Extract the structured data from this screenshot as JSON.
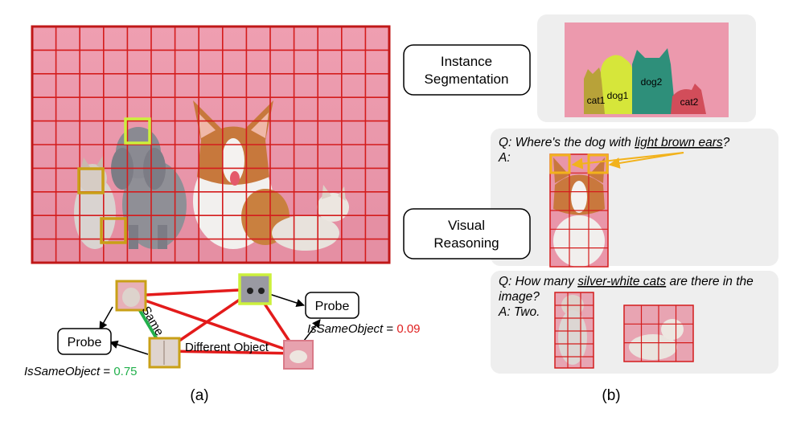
{
  "panel_a": {
    "caption": "(a)",
    "probe_left": "Probe",
    "probe_right": "Probe",
    "edge_same": "Same",
    "edge_different": "Different Object",
    "score_left": {
      "label": "IsSameObject",
      "eq": " = ",
      "value": "0.75",
      "color": "#22b04c"
    },
    "score_right": {
      "label": "IsSameObject",
      "eq": " = ",
      "value": "0.09",
      "color": "#e02020"
    }
  },
  "panel_b": {
    "caption": "(b)",
    "instance_label_1": "Instance",
    "instance_label_2": "Segmentation",
    "seg_labels": [
      "cat1",
      "dog1",
      "dog2",
      "cat2"
    ],
    "visual_label_1": "Visual",
    "visual_label_2": "Reasoning",
    "q1_prefix": "Q: Where's the dog with ",
    "q1_underlined": "light brown ears",
    "q1_suffix": "?",
    "a1": "A:",
    "q2_prefix": "Q: How many ",
    "q2_underlined": "silver-white cats",
    "q2_suffix": " are there in the",
    "q2_line2": "image?",
    "a2": "A: Two."
  },
  "colors": {
    "grid_red": "#d41c1c",
    "highlight_yellow": "#ccf03c",
    "highlight_gold": "#c9a017",
    "same_edge_green": "#22b04c",
    "diff_edge_red": "#e31b1b",
    "photo_pink": "#e9a3b0",
    "panel_gray": "#eeeeee"
  }
}
